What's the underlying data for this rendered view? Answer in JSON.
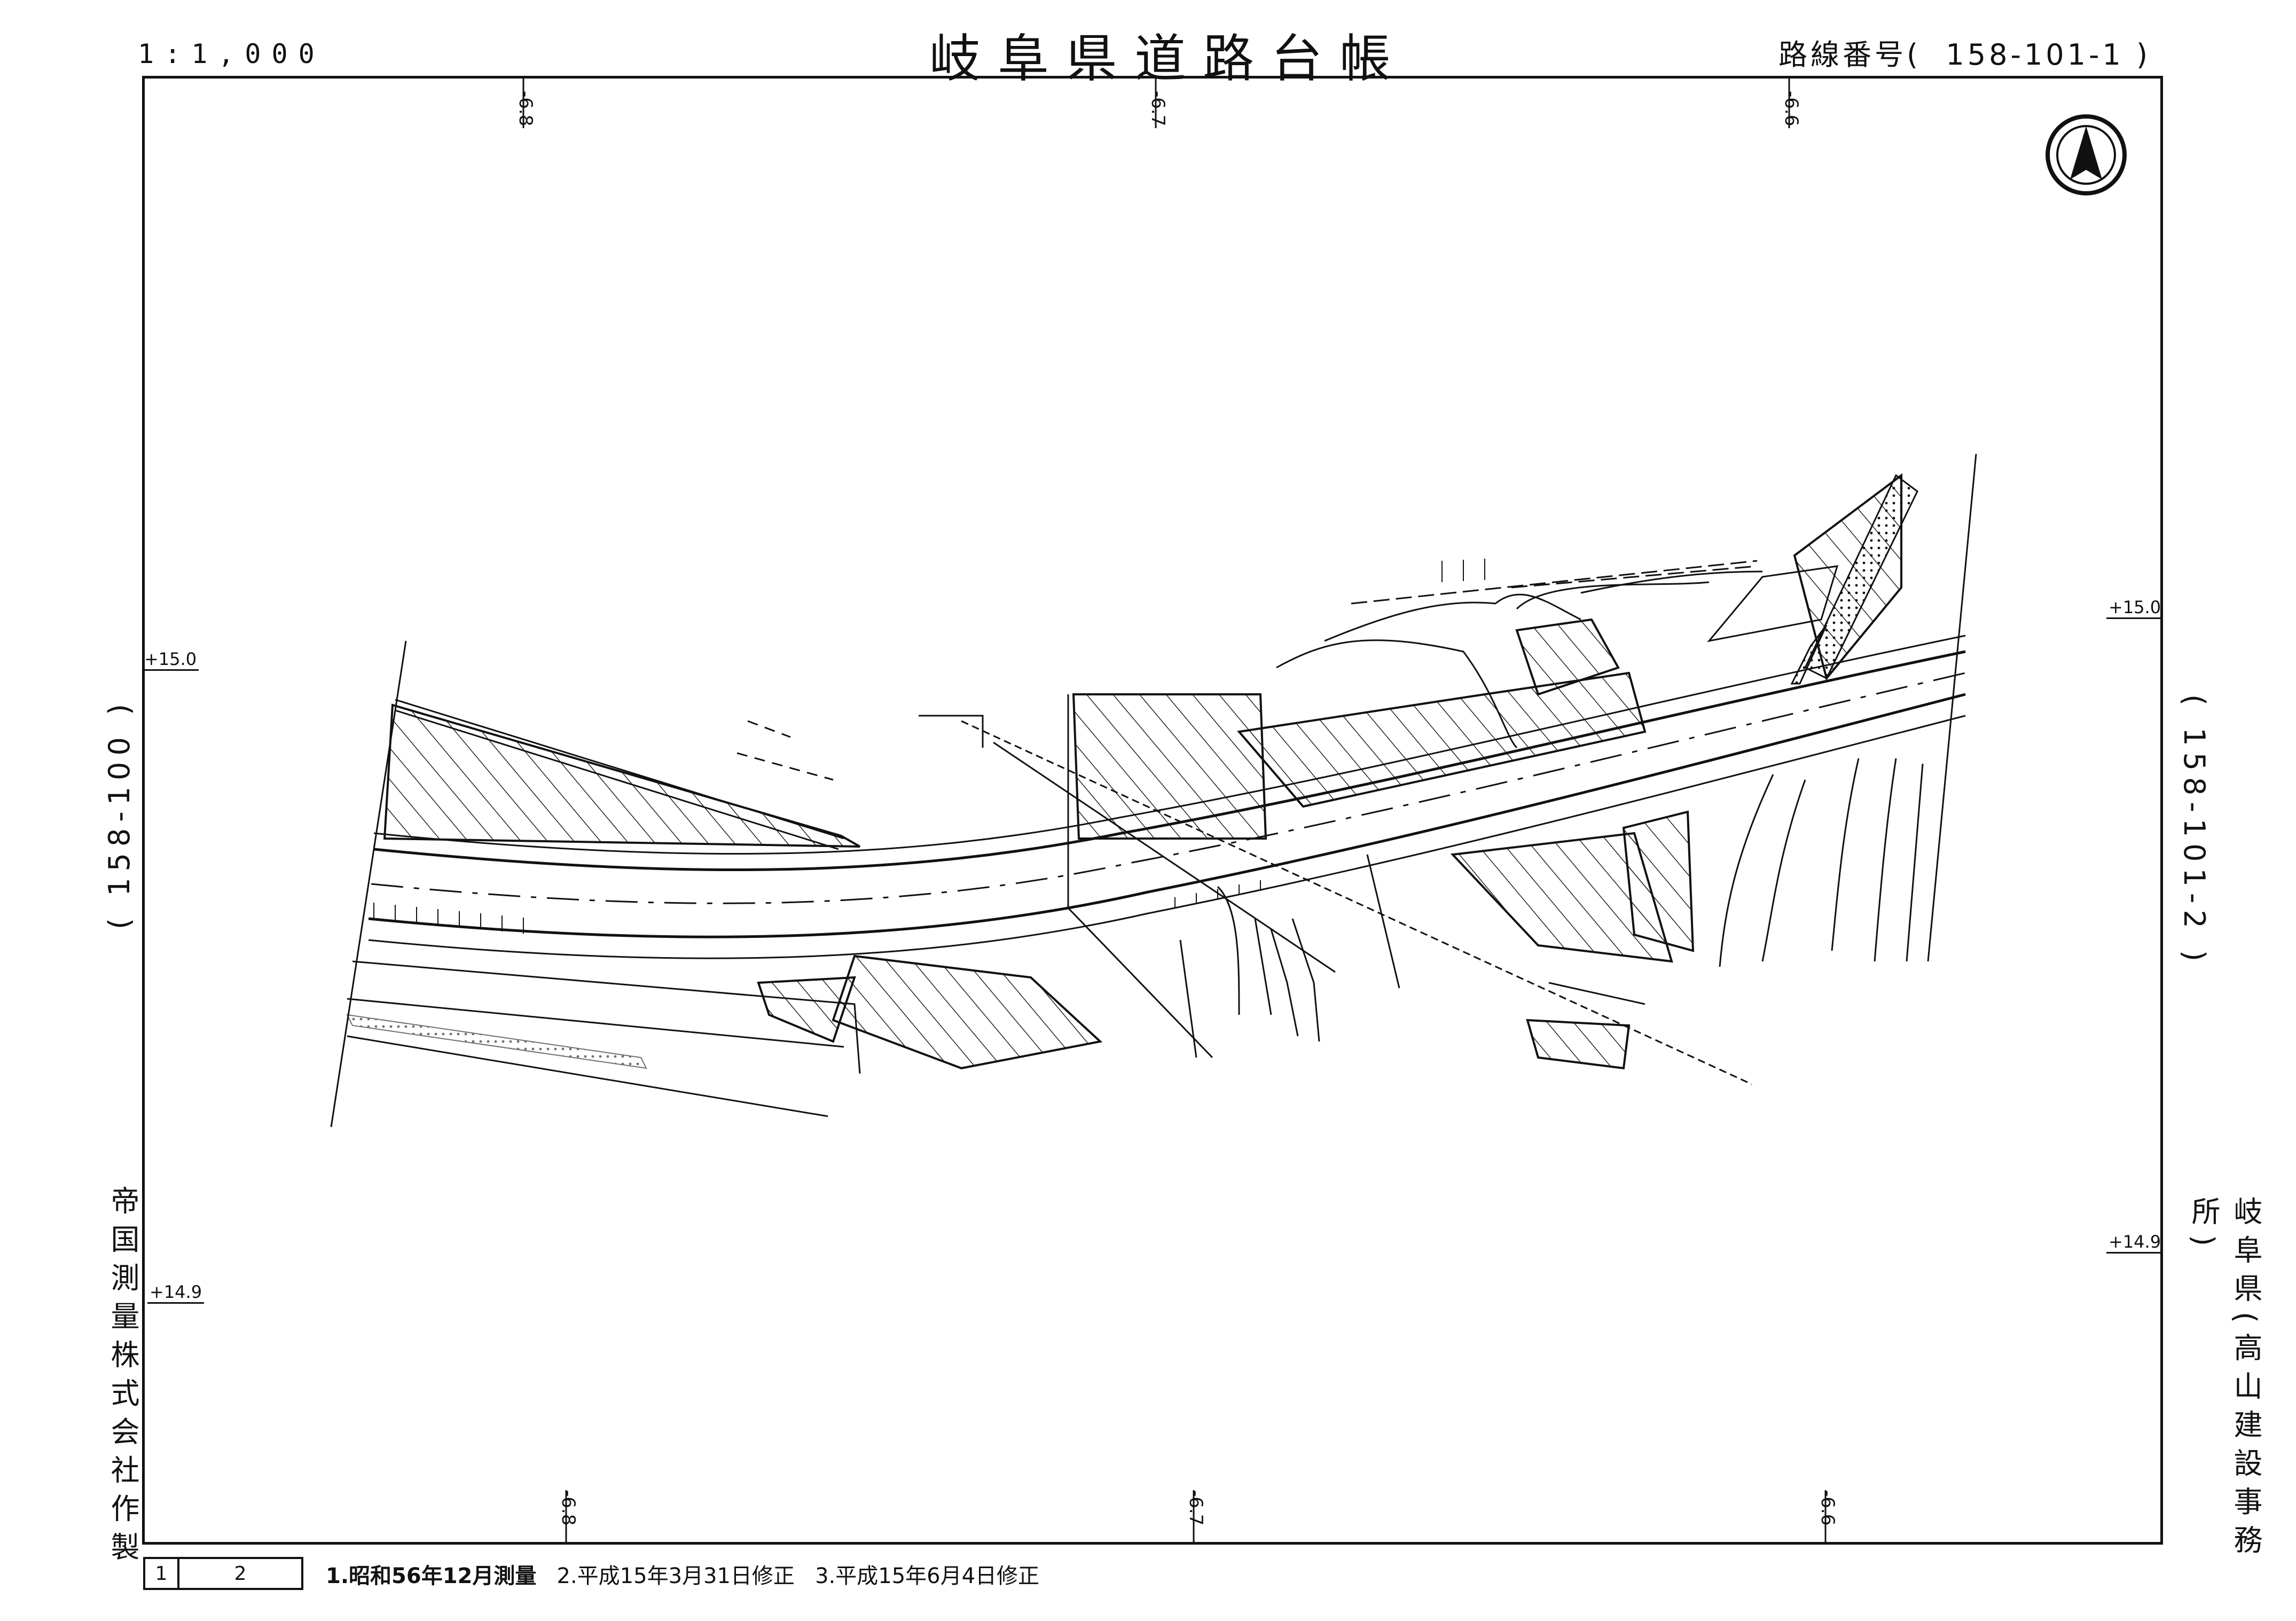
{
  "header": {
    "scale": "1:1,000",
    "title": "岐阜県道路台帳",
    "route_label": "路線番号(  158-101-1 )"
  },
  "side_left": {
    "adjacent_sheet": "( 158-100 )",
    "maker": "帝国測量株式会社作製"
  },
  "side_right": {
    "adjacent_sheet": "( 158-101-2 )",
    "office": "岐阜県(高山建設事務所)"
  },
  "kilometer_posts_top": [
    "-6.8",
    "-6.7",
    "-6.6"
  ],
  "kilometer_posts_bottom": [
    "-6.8",
    "-6.7",
    "-6.6"
  ],
  "grid_coords": {
    "left_upper": "+15.0",
    "left_lower": "+14.9",
    "right_upper": "+15.0",
    "right_lower": "+14.9"
  },
  "footer": {
    "sheet_cells": [
      "1",
      "2"
    ],
    "note1": "1.昭和56年12月測量",
    "note2": "2.平成15年3月31日修正",
    "note3": "3.平成15年6月4日修正"
  },
  "north_arrow_icon": "north-arrow-icon"
}
